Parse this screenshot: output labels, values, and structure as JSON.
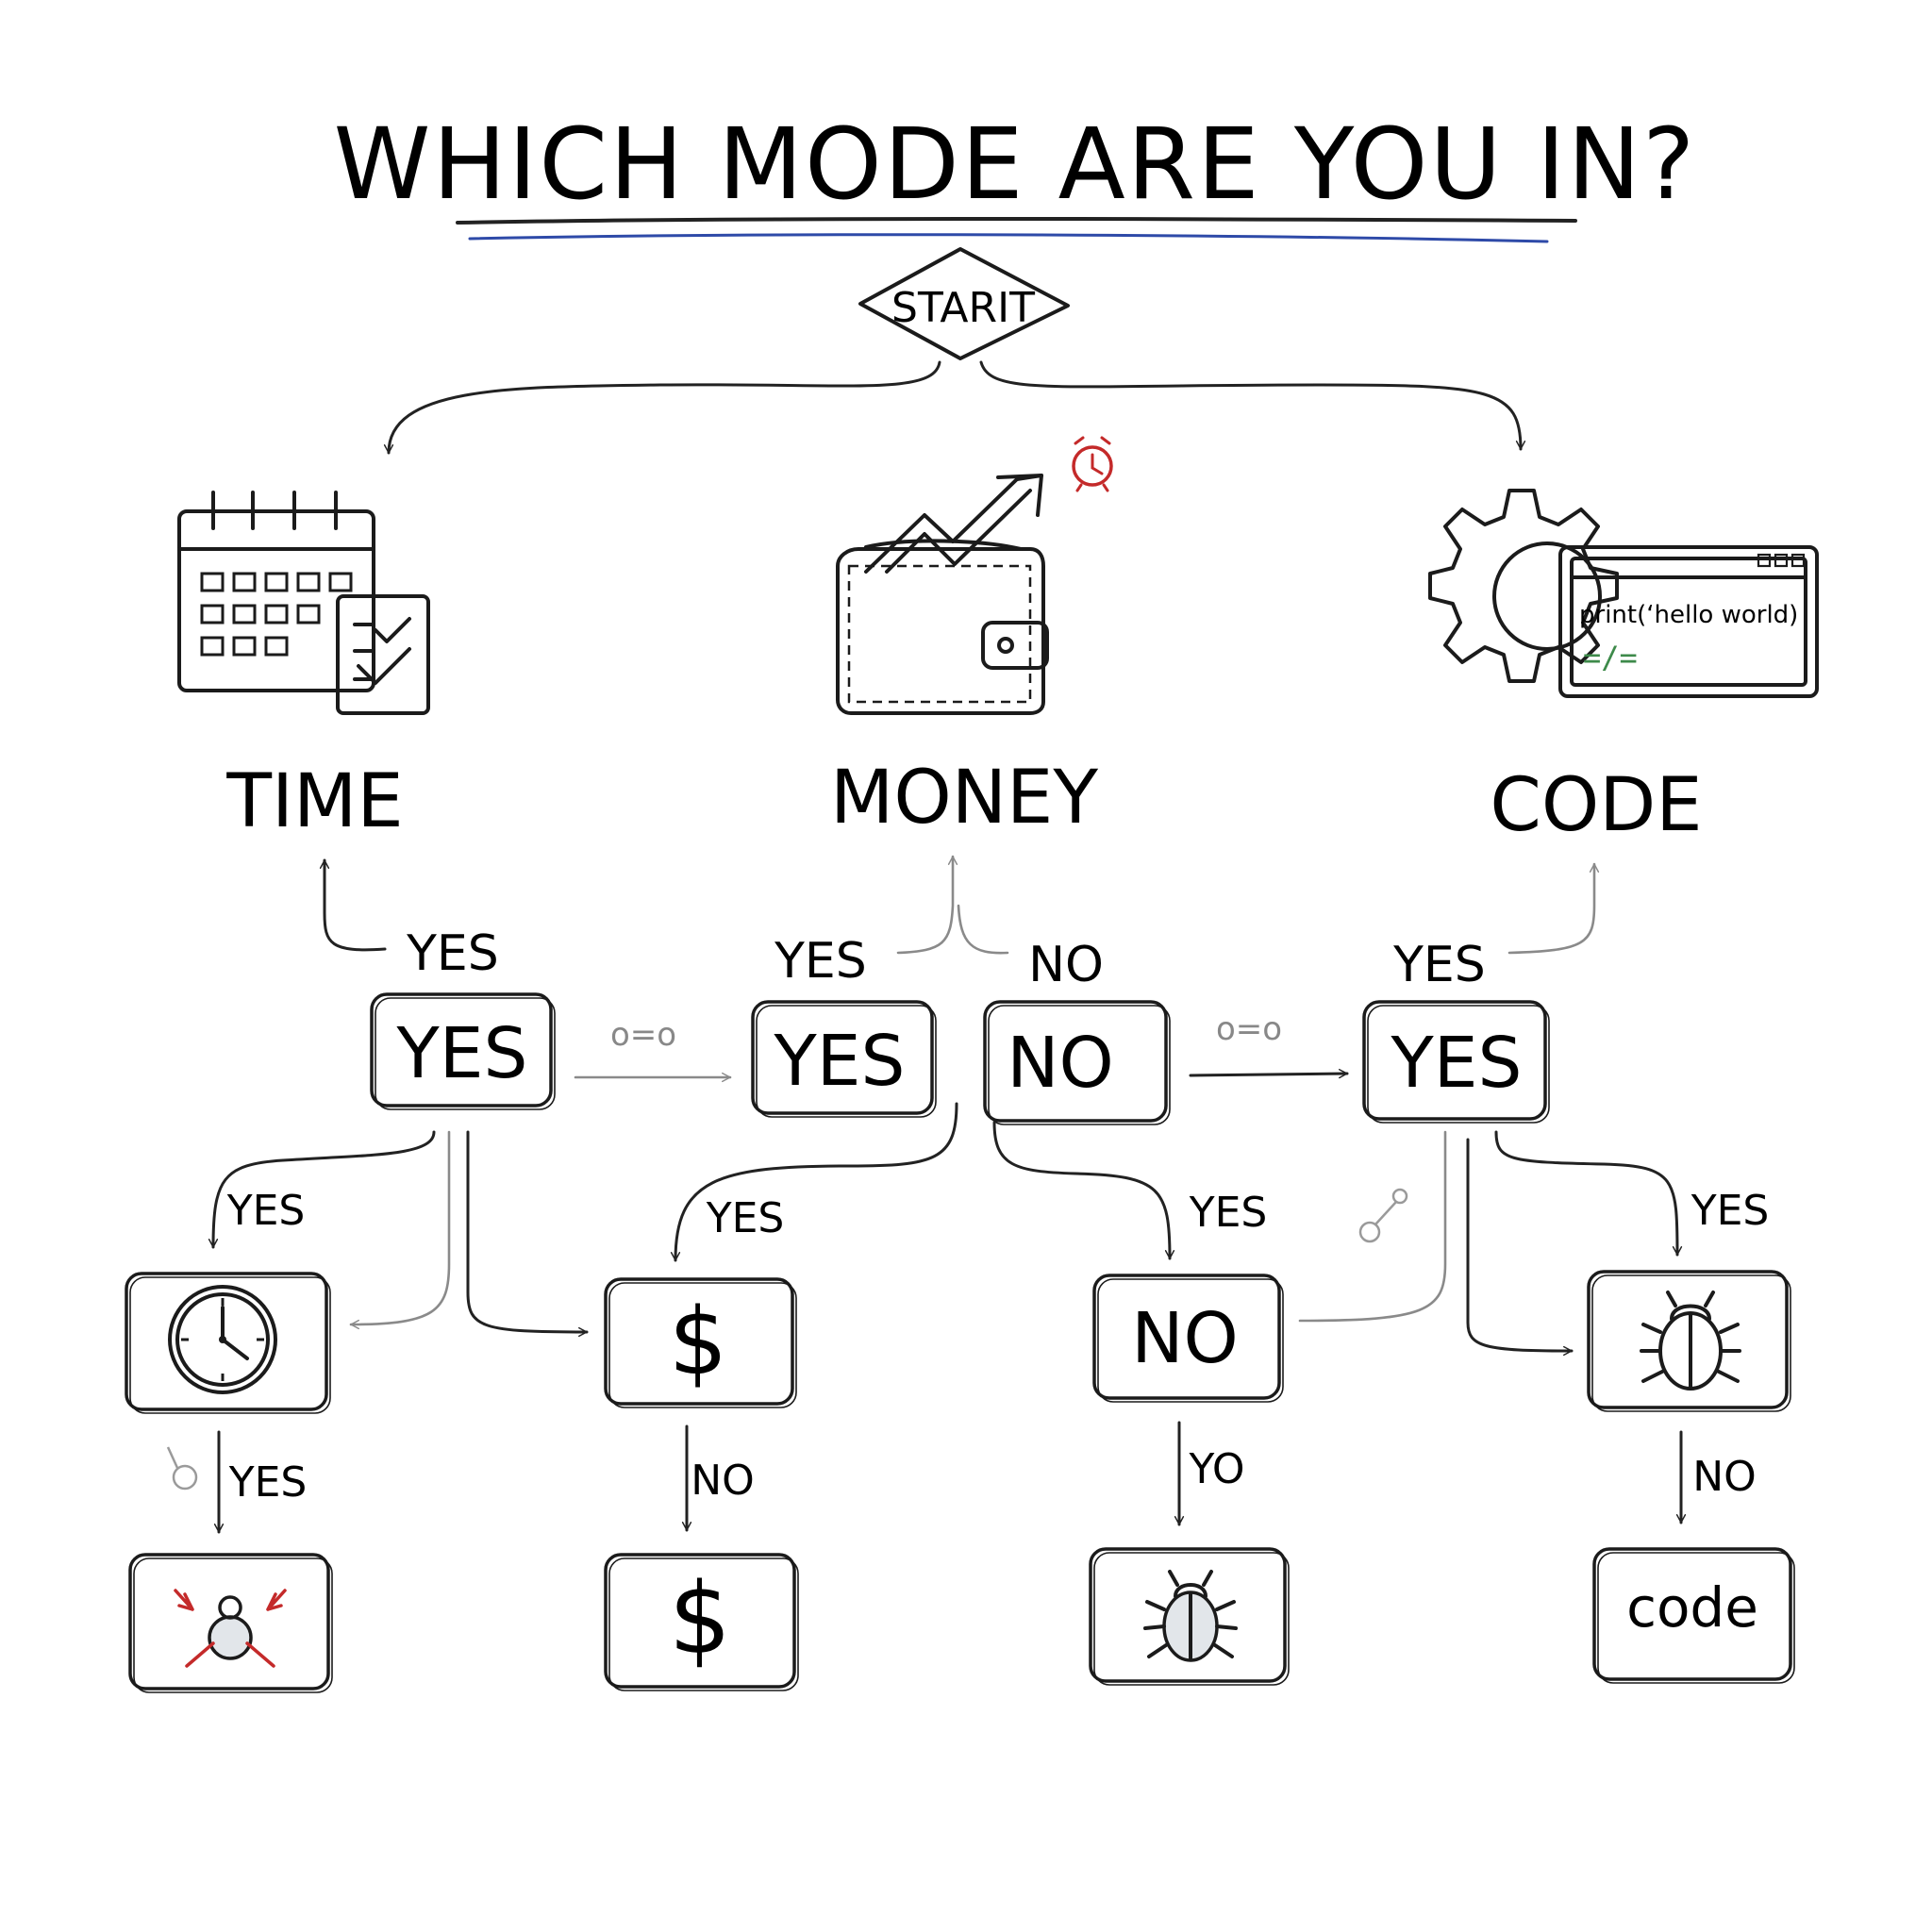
{
  "title": "WHICH MODE ARE YOU IN?",
  "start_label": "STARIT",
  "categories": {
    "time": "TIME",
    "money": "MONEY",
    "code": "CODE"
  },
  "code_window": {
    "line1": "print(‘hello world)",
    "line2": "=/="
  },
  "edge_labels": {
    "yes_time": "YES",
    "yes_money": "YES",
    "no_money": "NO",
    "yes_code": "YES",
    "yes_to_clock": "YES",
    "yes_to_dollar": "YES",
    "yes_to_no": "YES",
    "yes_to_bug": "YES",
    "yes_below_clock": "YES",
    "no_below_dollar": "NO",
    "yo_below_no": "YO",
    "no_below_bug": "NO"
  },
  "decision_boxes": {
    "yes1": "YES",
    "yes2": "YES",
    "no1": "NO",
    "yes3": "YES"
  },
  "connector_glyphs": {
    "left": "o=o",
    "right": "o=o"
  },
  "outcome_boxes": {
    "dollar1": "$",
    "no2": "NO",
    "dollar2": "$",
    "code": "code"
  },
  "colors": {
    "title_underline": "#2e4aa8",
    "alarm": "#c42a2a",
    "arrow_red": "#c42a2a",
    "code_orange": "#d98b2b",
    "code_green": "#3d8a4a",
    "code_blue": "#3a66b8"
  }
}
